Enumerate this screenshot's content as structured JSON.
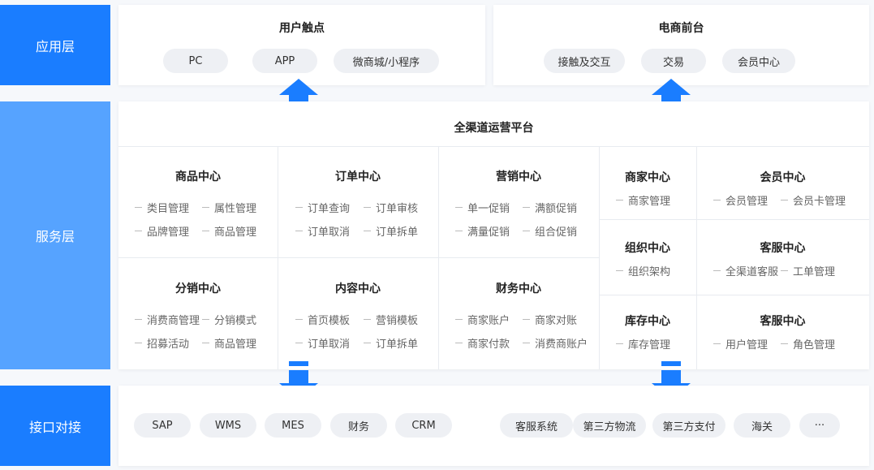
{
  "layers": {
    "app": "应用层",
    "service": "服务层",
    "interface": "接口对接"
  },
  "user_touch": {
    "title": "用户触点",
    "items": [
      "PC",
      "APP",
      "微商城/小程序"
    ]
  },
  "ecom_front": {
    "title": "电商前台",
    "items": [
      "接触及交互",
      "交易",
      "会员中心"
    ]
  },
  "platform": {
    "title": "全渠道运营平台"
  },
  "centers": [
    {
      "title": "商品中心",
      "items": [
        "类目管理",
        "属性管理",
        "品牌管理",
        "商品管理"
      ]
    },
    {
      "title": "订单中心",
      "items": [
        "订单查询",
        "订单审核",
        "订单取消",
        "订单拆单"
      ]
    },
    {
      "title": "营销中心",
      "items": [
        "单一促销",
        "满额促销",
        "满量促销",
        "组合促销"
      ]
    },
    {
      "title": "分销中心",
      "items": [
        "消费商管理",
        "分销模式",
        "招募活动",
        "商品管理"
      ]
    },
    {
      "title": "内容中心",
      "items": [
        "首页模板",
        "营销模板",
        "订单取消",
        "订单拆单"
      ]
    },
    {
      "title": "财务中心",
      "items": [
        "商家账户",
        "商家对账",
        "商家付款",
        "消费商账户"
      ]
    }
  ],
  "right_centers": [
    {
      "title": "商家中心",
      "items": [
        "商家管理"
      ]
    },
    {
      "title": "会员中心",
      "items": [
        "会员管理",
        "会员卡管理"
      ]
    },
    {
      "title": "组织中心",
      "items": [
        "组织架构"
      ]
    },
    {
      "title": "客服中心",
      "items": [
        "全渠道客服",
        "工单管理"
      ]
    },
    {
      "title": "库存中心",
      "items": [
        "库存管理"
      ]
    },
    {
      "title": "客服中心",
      "items": [
        "用户管理",
        "角色管理"
      ]
    }
  ],
  "interfaces": [
    "SAP",
    "WMS",
    "MES",
    "财务",
    "CRM",
    "客服系统",
    "第三方物流",
    "第三方支付",
    "海关",
    "···"
  ],
  "colors": {
    "primary": "#1a7dff",
    "secondary": "#56a3ff",
    "pill": "#eef0f4"
  }
}
